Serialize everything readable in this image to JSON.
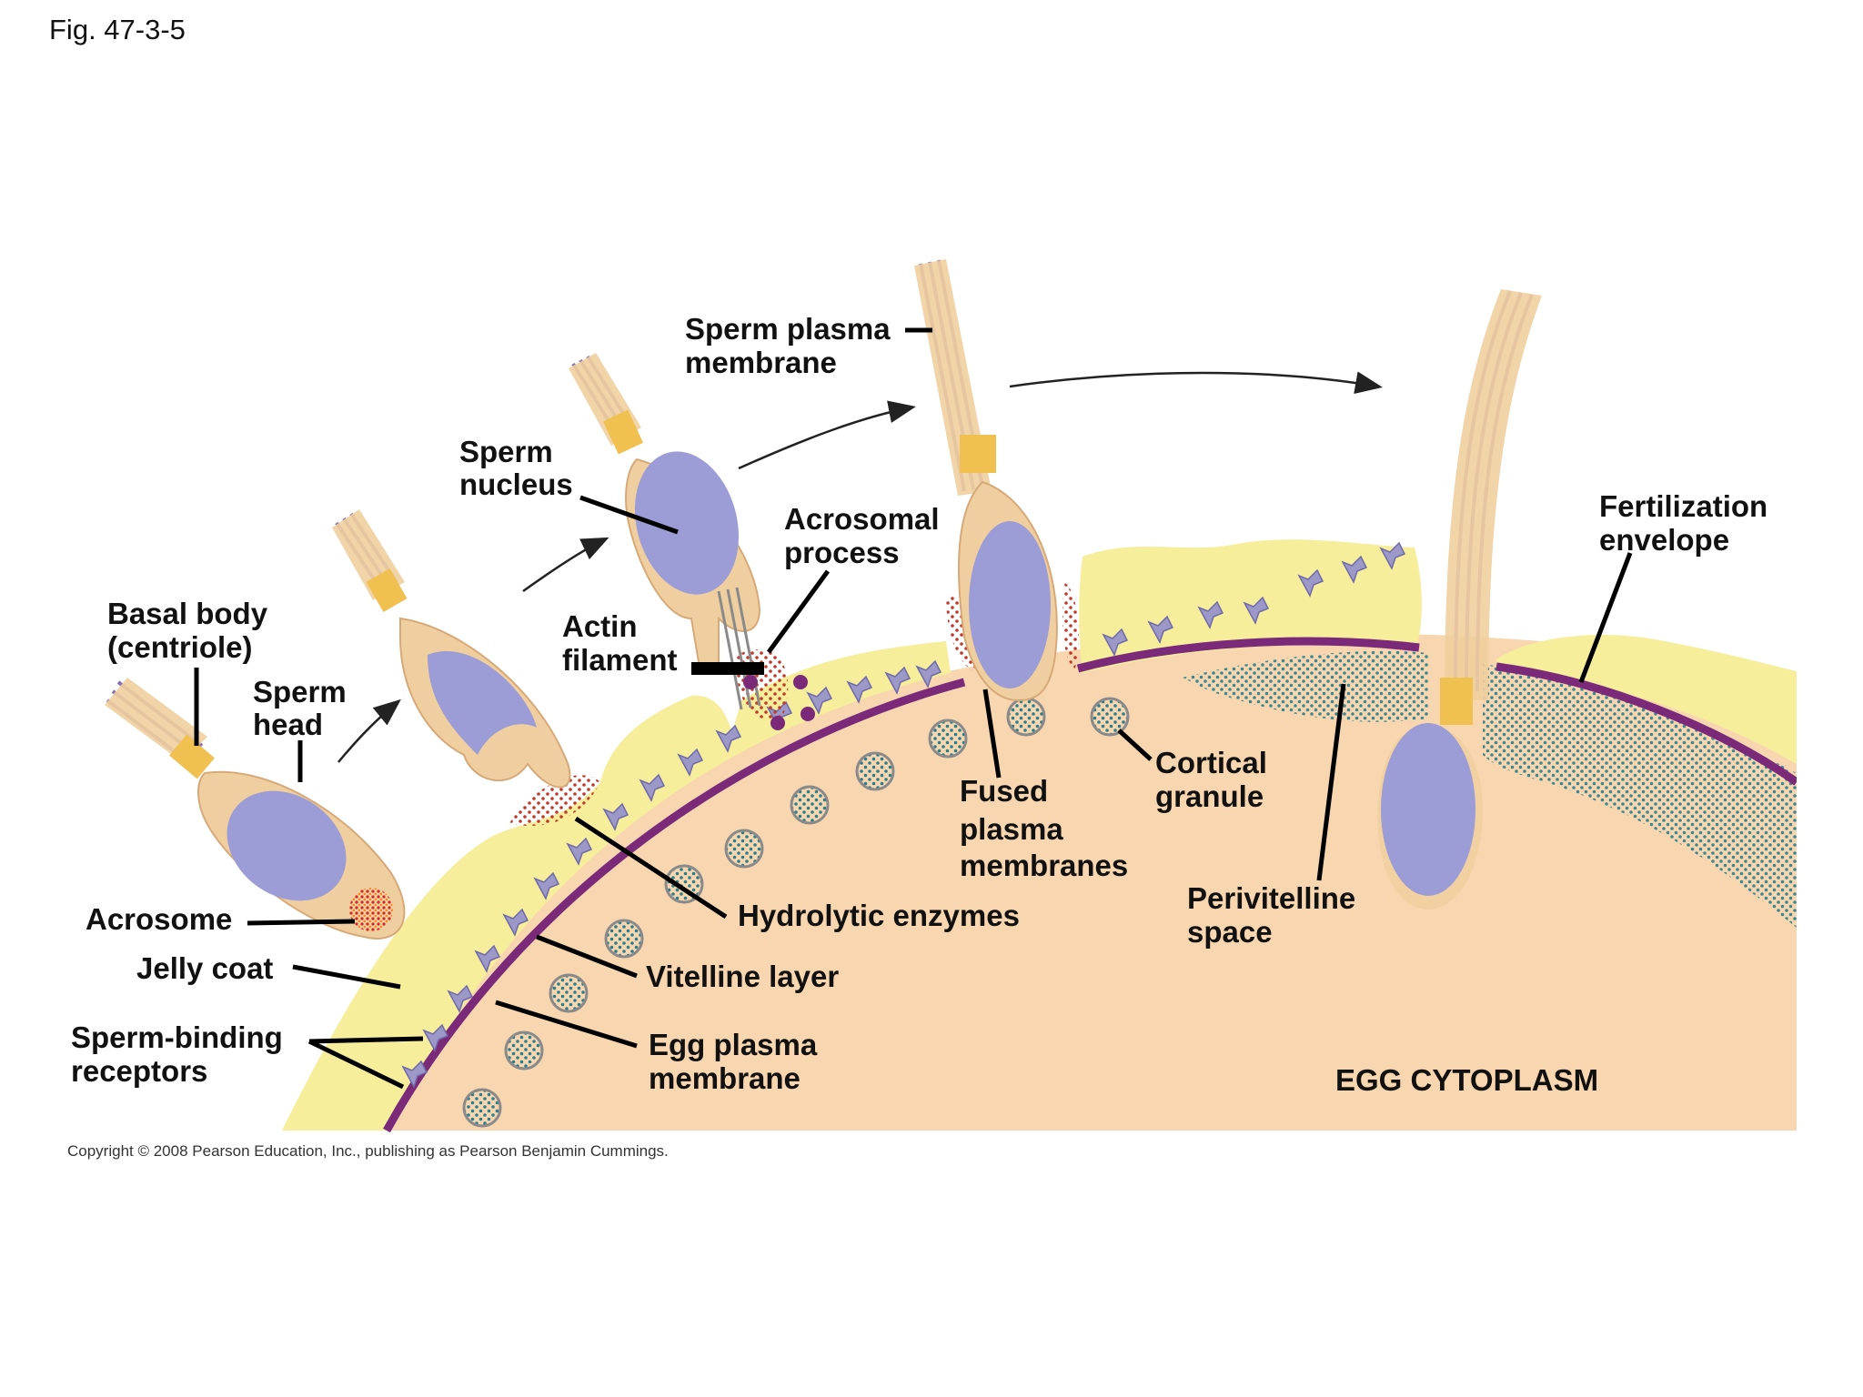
{
  "figure_label": "Fig. 47-3-5",
  "copyright": "Copyright © 2008 Pearson Education, Inc., publishing as Pearson Benjamin Cummings.",
  "labels": {
    "basal_body": [
      "Basal body",
      "(centriole)"
    ],
    "sperm_head": [
      "Sperm",
      "head"
    ],
    "sperm_nucleus": [
      "Sperm",
      "nucleus"
    ],
    "sperm_plasma_membrane": [
      "Sperm plasma",
      "membrane"
    ],
    "acrosomal_process": [
      "Acrosomal",
      "process"
    ],
    "actin_filament": [
      "Actin",
      "filament"
    ],
    "fertilization_envelope": [
      "Fertilization",
      "envelope"
    ],
    "acrosome": "Acrosome",
    "jelly_coat": "Jelly coat",
    "sperm_binding_receptors": [
      "Sperm-binding",
      "receptors"
    ],
    "hydrolytic_enzymes": "Hydrolytic enzymes",
    "vitelline_layer": "Vitelline layer",
    "egg_plasma_membrane": [
      "Egg plasma",
      "membrane"
    ],
    "fused_plasma_membranes": [
      "Fused",
      "plasma",
      "membranes"
    ],
    "cortical_granule": [
      "Cortical",
      "granule"
    ],
    "perivitelline_space": [
      "Perivitelline",
      "space"
    ],
    "egg_cytoplasm": "EGG CYTOPLASM"
  },
  "colors": {
    "cytoplasm": "#f8d7b0",
    "jelly_coat": "#f6ee9a",
    "membrane": "#7a2a78",
    "receptor": "#9c98c8",
    "nucleus": "#9c9cd6",
    "sperm_body": "#efcf9f",
    "midpiece": "#f0c050",
    "enzyme_dots": "#c0392b",
    "granule_dots": "#2a7f8f"
  }
}
